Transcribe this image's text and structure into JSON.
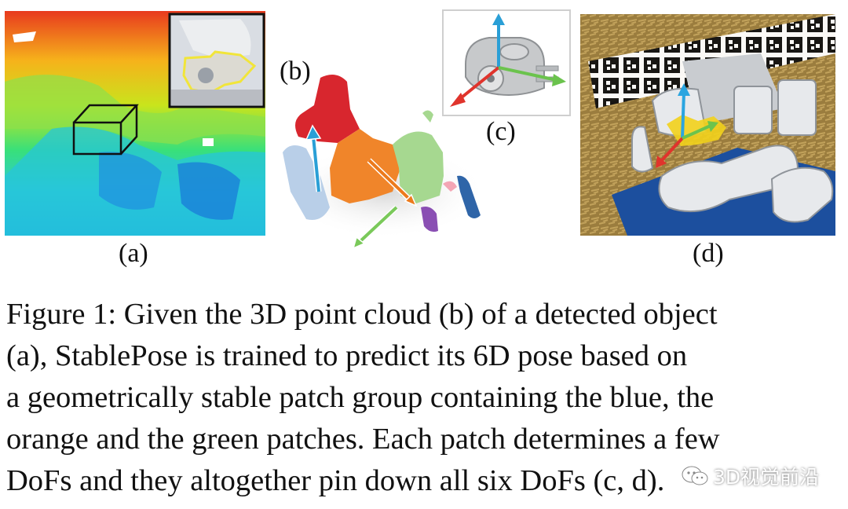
{
  "figure": {
    "panel_a": {
      "label": "(a)"
    },
    "panel_b": {
      "label": "(b)"
    },
    "panel_c": {
      "label": "(c)"
    },
    "panel_d": {
      "label": "(d)"
    },
    "caption_lines": [
      "Figure 1: Given the 3D point cloud (b) of a detected object",
      "(a), StablePose is trained to predict its 6D pose based on",
      "a geometrically stable patch group containing the blue, the",
      "orange and the green patches. Each patch determines a few",
      "DoFs and they altogether pin down all six DoFs (c, d)."
    ]
  },
  "watermark": {
    "text": "3D视觉前沿",
    "icon": "wechat-icon"
  },
  "colors": {
    "red_patch": "#d8262e",
    "orange_patch": "#f0852a",
    "green_patch": "#9fd58a",
    "lightblue_patch": "#b9cfe8",
    "axis_blue": "#2a9fd6",
    "axis_red": "#e0342c",
    "axis_green": "#6bc34d"
  }
}
